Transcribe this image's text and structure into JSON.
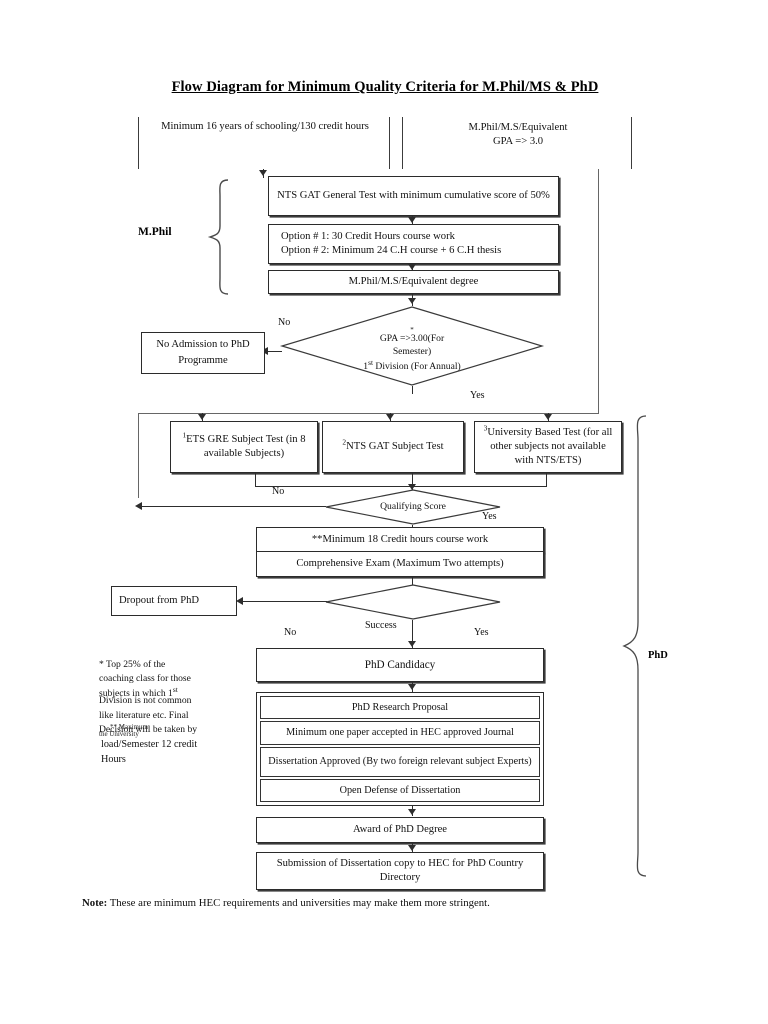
{
  "document": {
    "title": "Flow Diagram for Minimum Quality Criteria for M.Phil/MS & PhD",
    "note_prefix": "Note:",
    "note_text": " These are minimum HEC requirements and universities may make them more stringent."
  },
  "entry": {
    "left_box": "Minimum 16 years of schooling/130 credit hours",
    "right_box": "M.Phil/M.S/Equivalent\nGPA => 3.0"
  },
  "group_labels": {
    "mphil": "M.Phil",
    "phd": "PhD"
  },
  "mphil_stage": {
    "gat_general": "NTS GAT General Test with minimum cumulative score of 50%",
    "options_line1": "Option # 1: 30 Credit Hours course work",
    "options_line2": "Option # 2: Minimum 24 C.H course + 6 C.H thesis",
    "degree": "M.Phil/M.S/Equivalent degree"
  },
  "gpa_decision": {
    "star": "*",
    "line1": "GPA =>3.00(For",
    "line2": "Semester)",
    "line3_pre": "1",
    "line3_sup": "st",
    "line3_post": " Division (For Annual)",
    "no_label": "No",
    "yes_label": "Yes"
  },
  "no_admission": {
    "line1": "No Admission to PhD",
    "line2": "Programme"
  },
  "subject_tests": [
    {
      "sup": "1",
      "text": "ETS GRE Subject Test (in 8 available Subjects)"
    },
    {
      "sup": "2",
      "text": "NTS GAT Subject Test"
    },
    {
      "sup": "3",
      "text": "University Based Test (for all other subjects not available with NTS/ETS)"
    }
  ],
  "qualifying_decision": {
    "label": "Qualifying Score",
    "no_label": "No",
    "yes_label": "Yes"
  },
  "coursework": {
    "credit_hours": "**Minimum 18 Credit hours course work",
    "comprehensive_exam": "Comprehensive Exam (Maximum Two attempts)"
  },
  "success_decision": {
    "label": "Success",
    "no_label": "No",
    "yes_label": "Yes"
  },
  "dropout": {
    "label": "Dropout from PhD"
  },
  "candidacy": {
    "label": "PhD Candidacy"
  },
  "research_steps": [
    "PhD Research Proposal",
    "Minimum one paper accepted in HEC approved Journal",
    "Dissertation Approved (By two foreign relevant subject Experts)",
    "Open Defense of Dissertation"
  ],
  "award": {
    "label": "Award of PhD Degree"
  },
  "submission": {
    "label": "Submission of Dissertation copy to HEC for PhD Country Directory"
  },
  "footnotes": {
    "star_note_a": "* Top 25% of the\ncoaching class for those\nsubjects in which 1",
    "star_note_sup": "st",
    "star_note_b": "Division is not common\nlike literature etc. Final\nDecision will be taken by",
    "star_note_c": "the University",
    "double_star_a": "** Maximum",
    "double_star_b": " load/Semester 12 credit\n Hours"
  },
  "colors": {
    "ink": "#111111",
    "line": "#2d2d2d",
    "page": "#ffffff"
  }
}
